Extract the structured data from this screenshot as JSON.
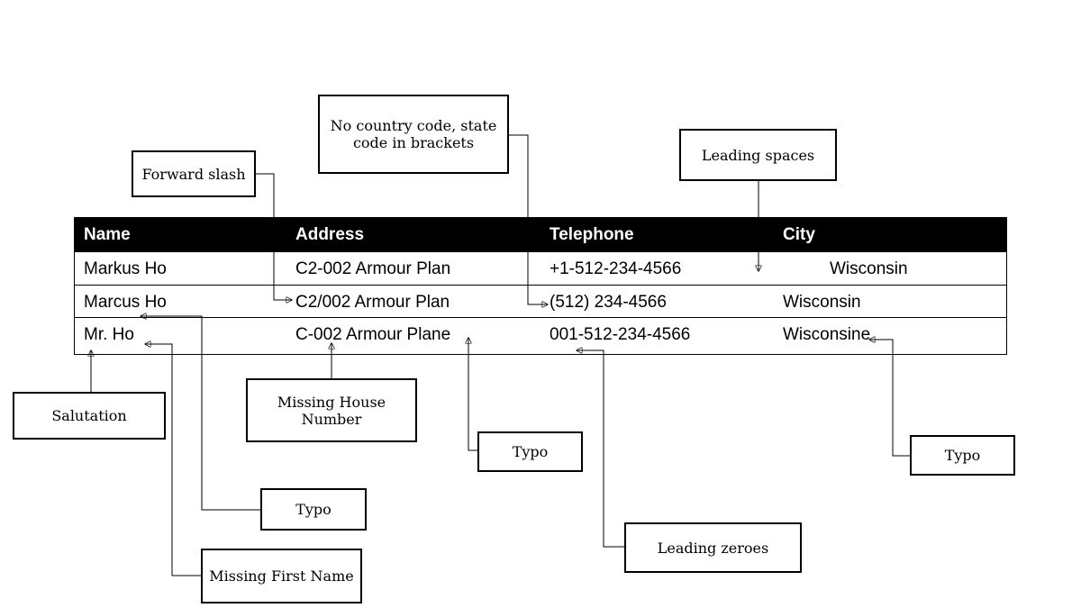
{
  "table": {
    "headers": {
      "name": "Name",
      "address": "Address",
      "telephone": "Telephone",
      "city": "City"
    },
    "rows": [
      {
        "name": "Markus Ho",
        "address": "C2-002 Armour Plan",
        "telephone": "+1-512-234-4566",
        "city": "Wisconsin"
      },
      {
        "name": "Marcus Ho",
        "address": "C2/002 Armour Plan",
        "telephone": "(512) 234-4566",
        "city": "Wisconsin"
      },
      {
        "name": "Mr. Ho",
        "address": "C-002 Armour Plane",
        "telephone": "001-512-234-4566",
        "city": "Wisconsine"
      }
    ]
  },
  "callouts": {
    "forward_slash": "Forward slash",
    "no_country_code": "No country code, state code in brackets",
    "leading_spaces": "Leading spaces",
    "salutation": "Salutation",
    "missing_house_number": "Missing House Number",
    "typo_address": "Typo",
    "typo_city": "Typo",
    "typo_name": "Typo",
    "leading_zeroes": "Leading zeroes",
    "missing_first_name": "Missing First Name"
  },
  "colors": {
    "header_background": "#000000",
    "header_text": "#ffffff",
    "line": "#000000"
  }
}
